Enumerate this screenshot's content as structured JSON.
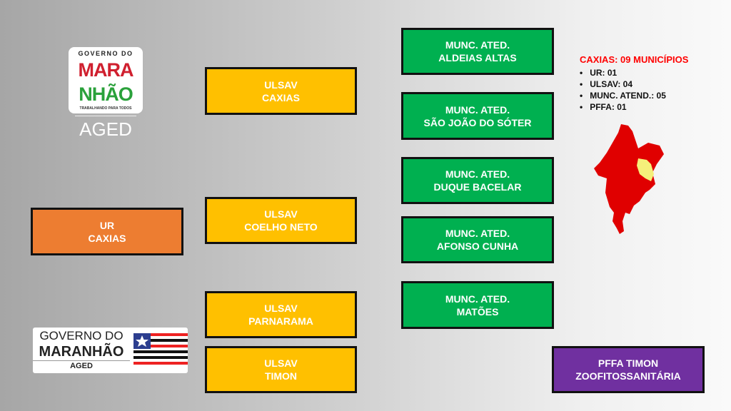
{
  "logo_top": {
    "line1": "GOVERNO DO",
    "line2": "MARA",
    "line3": "NHÃO",
    "tagline": "TRABALHANDO PARA TODOS",
    "agency": "AGED"
  },
  "logo_bottom": {
    "line1": "GOVERNO DO",
    "line2": "MARANHÃO",
    "agency": "AGED"
  },
  "ur": {
    "l1": "UR",
    "l2": "CAXIAS"
  },
  "ulsav": [
    {
      "l1": "ULSAV",
      "l2": "CAXIAS"
    },
    {
      "l1": "ULSAV",
      "l2": "COELHO NETO"
    },
    {
      "l1": "ULSAV",
      "l2": "PARNARAMA"
    },
    {
      "l1": "ULSAV",
      "l2": "TIMON"
    }
  ],
  "munc": [
    {
      "l1": "MUNC. ATED.",
      "l2": "ALDEIAS ALTAS"
    },
    {
      "l1": "MUNC. ATED.",
      "l2": "SÃO JOÃO DO SÓTER"
    },
    {
      "l1": "MUNC. ATED.",
      "l2": "DUQUE BACELAR"
    },
    {
      "l1": "MUNC. ATED.",
      "l2": "AFONSO CUNHA"
    },
    {
      "l1": "MUNC. ATED.",
      "l2": "MATÕES"
    }
  ],
  "pffa": {
    "l1": "PFFA TIMON",
    "l2": "ZOOFITOSSANITÁRIA"
  },
  "summary": {
    "title": "CAXIAS: 09 MUNICÍPIOS",
    "items": [
      "UR: 01",
      "ULSAV: 04",
      "MUNC. ATEND.: 05",
      "PFFA: 01"
    ]
  },
  "colors": {
    "ur": "#ed7d31",
    "ulsav": "#ffc000",
    "munc": "#00b050",
    "pffa": "#7030a0",
    "map_state": "#e00000",
    "map_region": "#f5f07a"
  }
}
